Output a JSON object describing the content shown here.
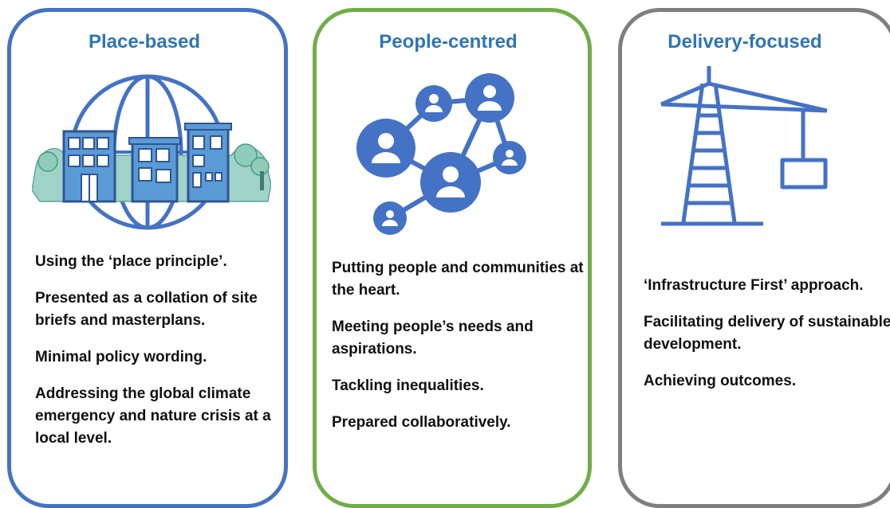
{
  "cards": [
    {
      "title": "Place-based",
      "icon": "globe-buildings-icon",
      "border_color": "#4472c4",
      "points": [
        "Using the ‘place principle’.",
        "Presented as a collation of site briefs and masterplans.",
        "Minimal policy wording.",
        "Addressing the global climate emergency and nature crisis at a local level."
      ]
    },
    {
      "title": "People-centred",
      "icon": "people-network-icon",
      "border_color": "#70ad47",
      "points": [
        "Putting people and communities at the heart.",
        "Meeting people’s needs and aspirations.",
        "Tackling inequalities.",
        "Prepared collaboratively."
      ]
    },
    {
      "title": "Delivery-focused",
      "icon": "crane-icon",
      "border_color": "#7f7f7f",
      "points": [
        "‘Infrastructure First’ approach.",
        "Facilitating delivery of sustainable development.",
        "Achieving outcomes."
      ]
    }
  ],
  "colors": {
    "title": "#2e75b6",
    "icon_blue": "#4472c4",
    "icon_fill": "#5b9bd5",
    "greenery": "#9fd3c7"
  }
}
